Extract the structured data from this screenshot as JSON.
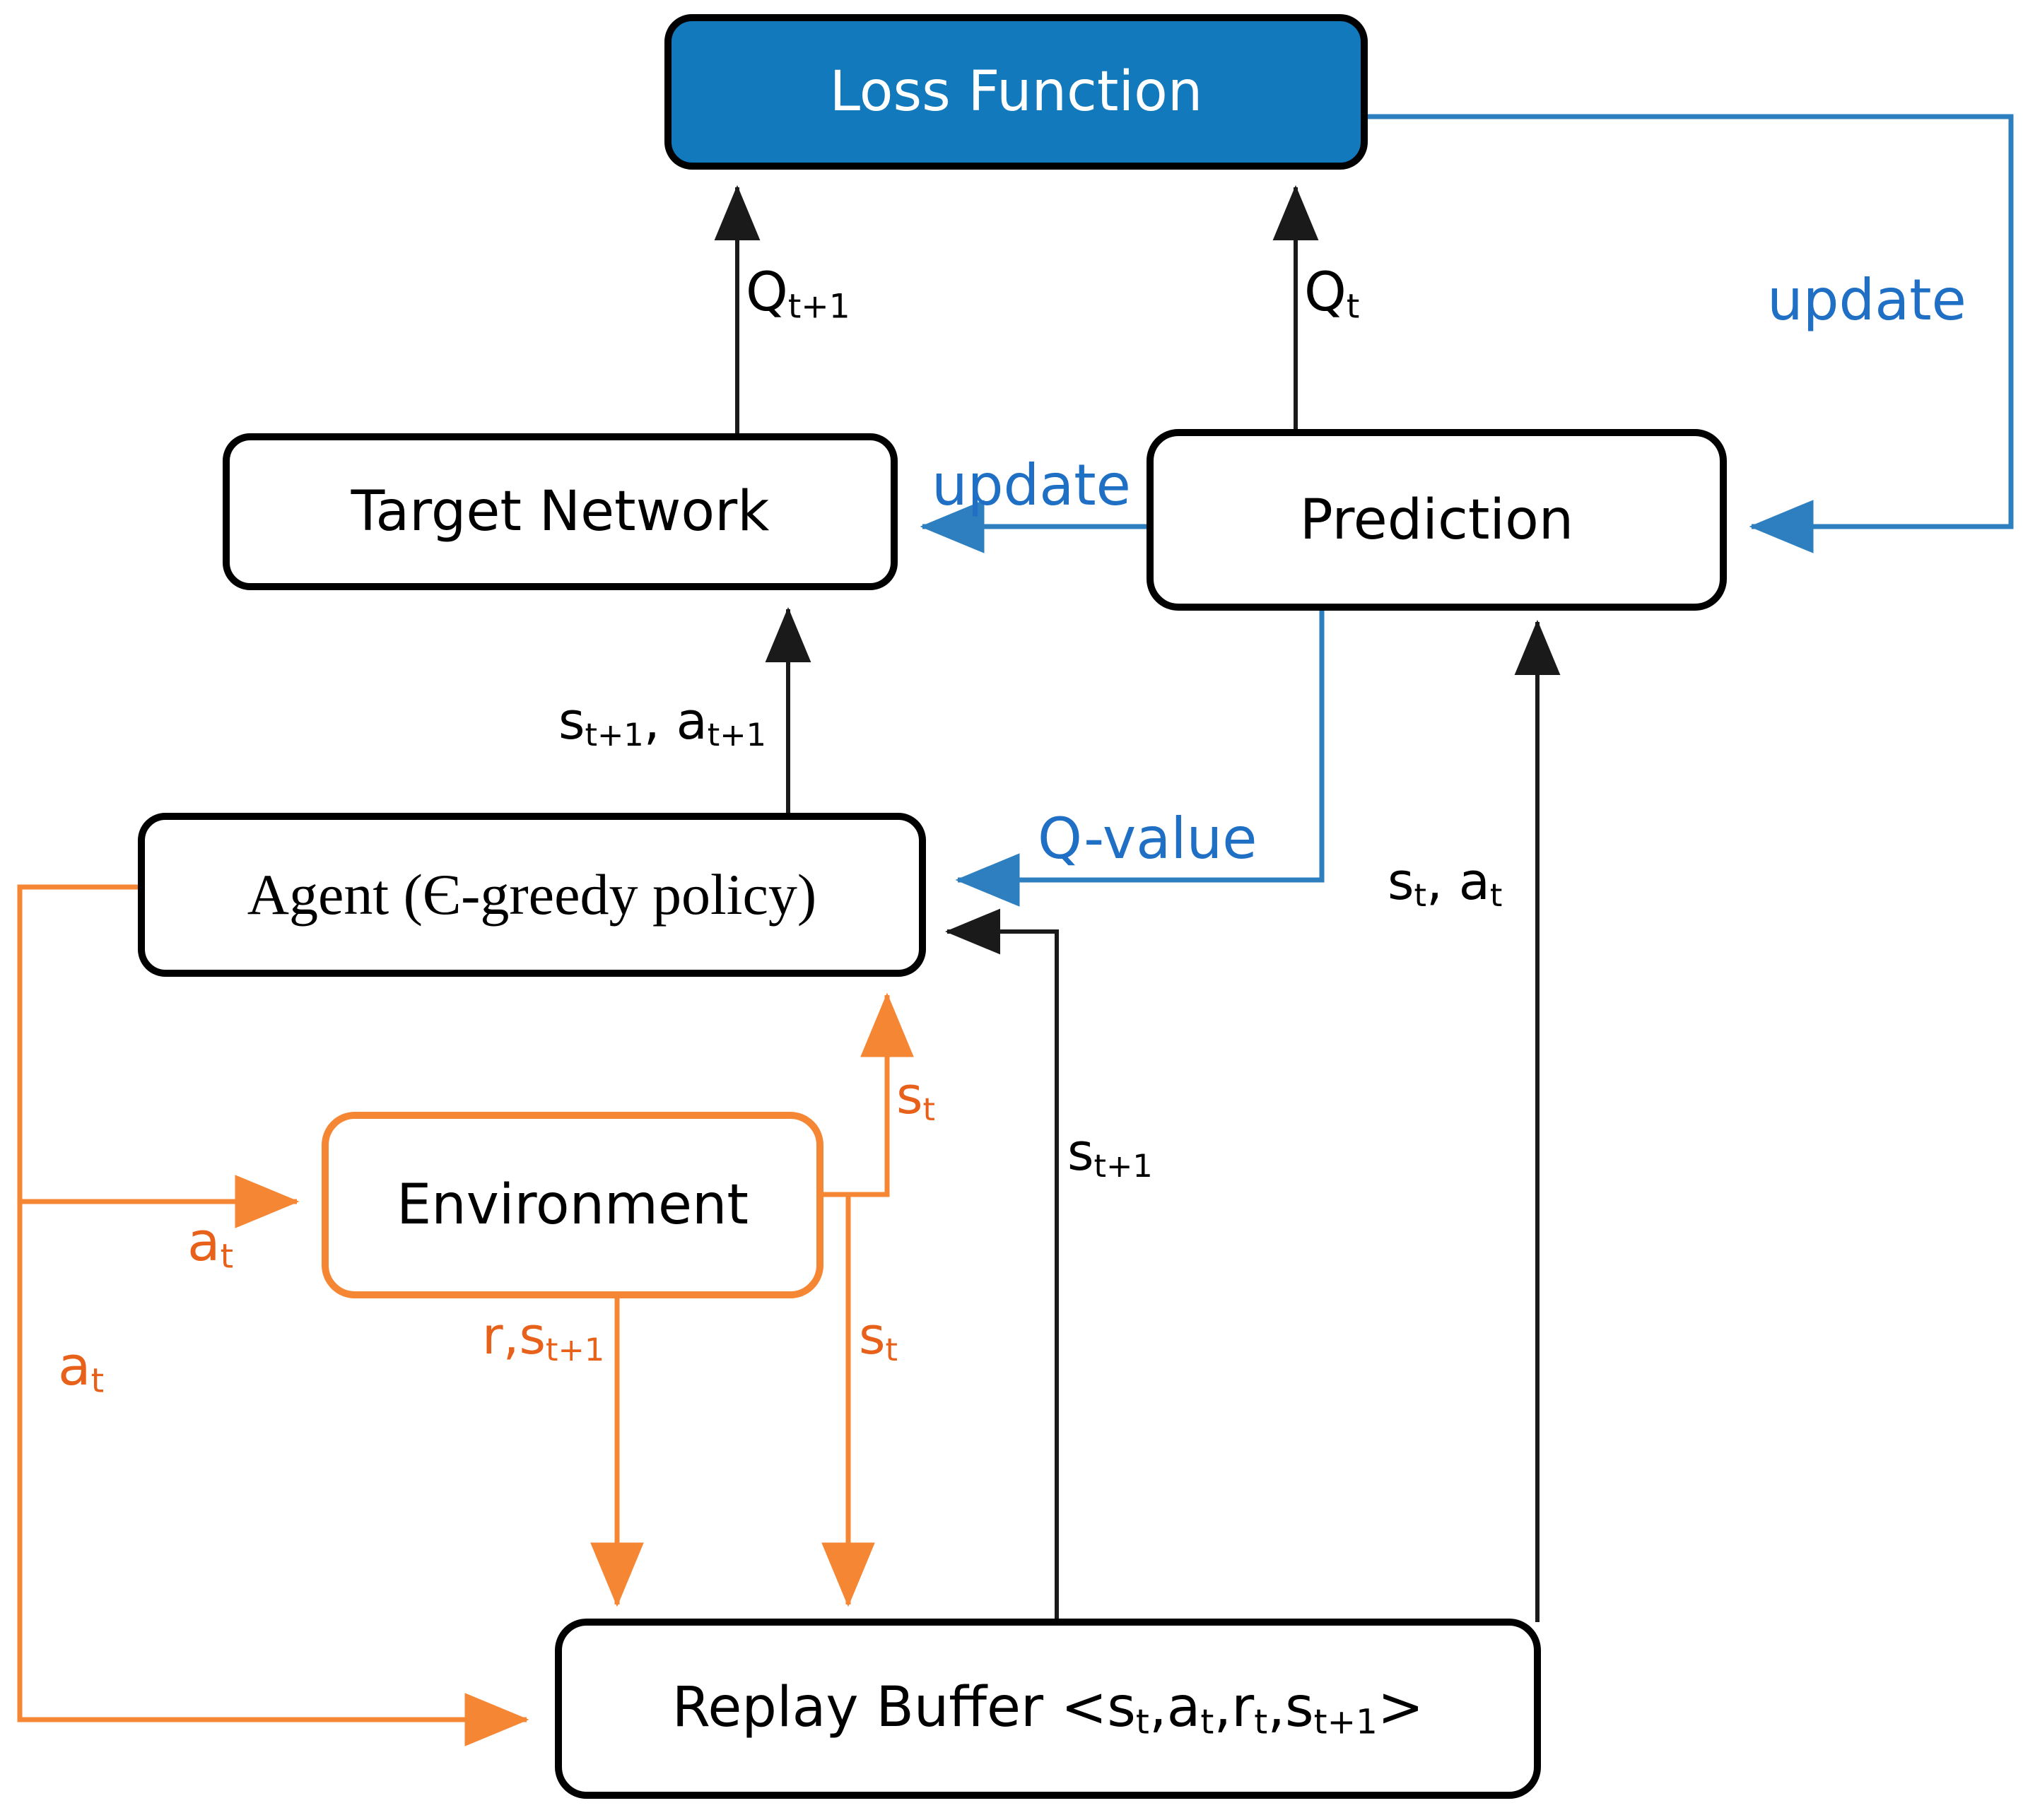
{
  "diagram": {
    "title": "Deep Q-Network (DQN) training loop",
    "colors": {
      "loss_fill": "#1179BC",
      "loss_text": "#FFFFFF",
      "blue_edge": "#3C8DC8",
      "blue_text": "#1F6FC4",
      "orange_edge": "#F58634",
      "orange_text": "#E8611B",
      "black_edge": "#1A1A1A",
      "node_stroke": "#000000",
      "node_fill": "#FFFFFF",
      "background": "#FFFFFF"
    },
    "nodes": [
      {
        "id": "loss",
        "label": "Loss Function",
        "fill": "#1179BC",
        "text_color": "#FFFFFF",
        "stroke": "#000000",
        "font": "sans"
      },
      {
        "id": "target",
        "label": "Target Network",
        "fill": "#FFFFFF",
        "text_color": "#000000",
        "stroke": "#000000",
        "font": "sans"
      },
      {
        "id": "prediction",
        "label": "Prediction",
        "fill": "#FFFFFF",
        "text_color": "#000000",
        "stroke": "#000000",
        "font": "sans"
      },
      {
        "id": "agent",
        "label": "Agent (Є-greedy policy)",
        "fill": "#FFFFFF",
        "text_color": "#000000",
        "stroke": "#000000",
        "font": "serif"
      },
      {
        "id": "environment",
        "label": "Environment",
        "fill": "#FFFFFF",
        "text_color": "#000000",
        "stroke": "#F58634",
        "font": "sans"
      },
      {
        "id": "replay",
        "label": "Replay Buffer <s",
        "fill": "#FFFFFF",
        "text_color": "#000000",
        "stroke": "#000000",
        "font": "sans"
      }
    ],
    "node_text": {
      "loss": "Loss Function",
      "target": "Target Network",
      "prediction": "Prediction",
      "agent": "Agent (Є-greedy policy)",
      "environment": "Environment",
      "replay_prefix": "Replay Buffer <s",
      "replay_sub1": "t",
      "replay_mid1": ",a",
      "replay_sub2": "t",
      "replay_mid2": ",r",
      "replay_sub3": "t",
      "replay_mid3": ",s",
      "replay_sub4": "t+1",
      "replay_suffix": ">"
    },
    "edge_labels": {
      "q_t_plus_1": {
        "text": "Q",
        "sub": "t+1",
        "color": "#000000"
      },
      "q_t": {
        "text": "Q",
        "sub": "t",
        "color": "#000000"
      },
      "update_right": {
        "text": "update",
        "color": "#1F6FC4"
      },
      "update_mid": {
        "text": "update",
        "color": "#1F6FC4"
      },
      "q_value": {
        "text": "Q-value",
        "color": "#1F6FC4"
      },
      "s_a_next": {
        "text1": "s",
        "sub1": "t+1",
        "text2": ", a",
        "sub2": "t+1",
        "color": "#000000"
      },
      "s_a_now": {
        "text1": "s",
        "sub1": "t",
        "text2": ", a",
        "sub2": "t",
        "color": "#000000"
      },
      "s_next": {
        "text": "s",
        "sub": "t+1",
        "color": "#000000"
      },
      "s_t_upper": {
        "text": "s",
        "sub": "t",
        "color": "#E8611B"
      },
      "s_t_lower": {
        "text": "s",
        "sub": "t",
        "color": "#E8611B"
      },
      "r_s_next": {
        "text": "r,s",
        "sub": "t+1",
        "color": "#E8611B"
      },
      "a_t_upper": {
        "text": "a",
        "sub": "t",
        "color": "#E8611B"
      },
      "a_t_lower": {
        "text": "a",
        "sub": "t",
        "color": "#E8611B"
      }
    },
    "edges": [
      {
        "from": "target",
        "to": "loss",
        "label": "Q_{t+1}",
        "color": "black"
      },
      {
        "from": "prediction",
        "to": "loss",
        "label": "Q_t",
        "color": "black"
      },
      {
        "from": "loss",
        "to": "prediction",
        "label": "update",
        "color": "blue"
      },
      {
        "from": "prediction",
        "to": "target",
        "label": "update",
        "color": "blue"
      },
      {
        "from": "agent",
        "to": "target",
        "label": "s_{t+1}, a_{t+1}",
        "color": "black"
      },
      {
        "from": "prediction",
        "to": "agent",
        "label": "Q-value",
        "color": "blue"
      },
      {
        "from": "replay",
        "to": "prediction",
        "label": "s_t, a_t",
        "color": "black"
      },
      {
        "from": "replay",
        "to": "agent",
        "label": "s_{t+1}",
        "color": "black"
      },
      {
        "from": "agent",
        "to": "environment",
        "label": "a_t",
        "color": "orange"
      },
      {
        "from": "agent",
        "to": "replay",
        "label": "a_t",
        "color": "orange"
      },
      {
        "from": "environment",
        "to": "agent",
        "label": "s_t",
        "color": "orange"
      },
      {
        "from": "environment",
        "to": "replay",
        "label": "r,s_{t+1}",
        "color": "orange"
      },
      {
        "from": "environment",
        "to": "replay",
        "label": "s_t",
        "color": "orange"
      }
    ]
  }
}
